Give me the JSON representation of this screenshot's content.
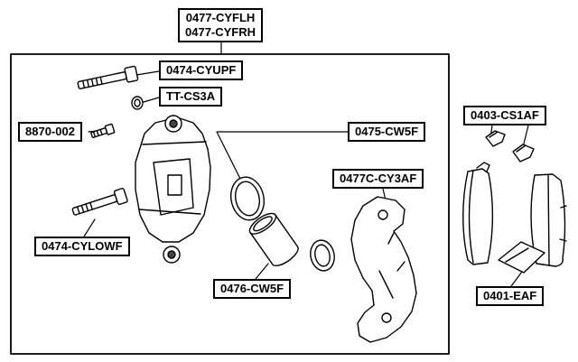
{
  "diagram": {
    "type": "exploded-parts-diagram",
    "subject": "front brake caliper assembly",
    "background_color": "#ffffff",
    "line_color": "#000000"
  },
  "labels": {
    "assembly": {
      "line1": "0477-CYFLH",
      "line2": "0477-CYFRH"
    },
    "upper_pin": "0474-CYUPF",
    "bushing": "TT-CS3A",
    "bleeder": "8870-002",
    "seal": "0475-CW5F",
    "bracket": "0477C-CY3AF",
    "lower_pin": "0474-CYLOWF",
    "piston": "0476-CW5F",
    "clip_kit": "0403-CS1AF",
    "pad_kit": "0401-EAF"
  }
}
